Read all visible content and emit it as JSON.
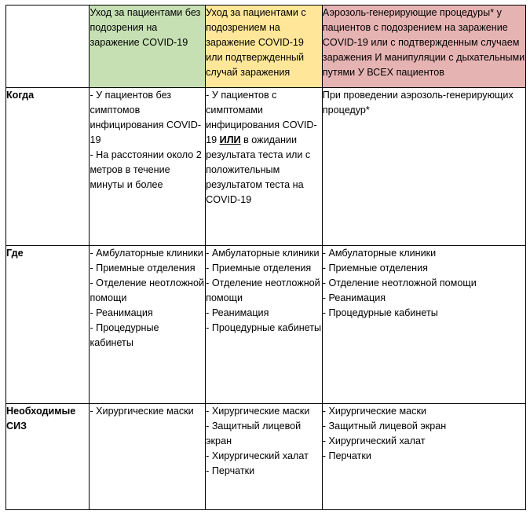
{
  "header": {
    "col1": "Уход за пациентами без подозрения на заражение COVID-19",
    "col2": "Уход за пациентами с подозрением на заражение COVID-19 или подтвержденный случай заражения",
    "col3": "Аэрозоль-генерирующие процедуры* у пациентов с подозрением на заражение COVID-19 или с подтвержденным случаем заражения И манипуляции с дыхательными путями У ВСЕХ пациентов"
  },
  "rows": {
    "when": {
      "label": "Когда",
      "col1": [
        "- У пациентов без симптомов инфицирования COVID-19",
        "- На расстоянии около 2 метров в течение минуты и более"
      ],
      "col2": {
        "part1": "- У пациентов с симптомами инфицирования COVID-19 ",
        "emphasis": "ИЛИ",
        "part2": " в ожидании результата теста или с положительным результатом теста на COVID-19"
      },
      "col3": [
        "При проведении аэрозоль-генерирующих процедур*"
      ]
    },
    "where": {
      "label": "Где",
      "col1": [
        "- Амбулаторные клиники",
        "- Приемные отделения",
        "- Отделение неотложной помощи",
        "- Реанимация",
        "- Процедурные кабинеты"
      ],
      "col2": [
        "- Амбулаторные клиники",
        "- Приемные отделения",
        "- Отделение неотложной помощи",
        "- Реанимация",
        "- Процедурные кабинеты"
      ],
      "col3": [
        "- Амбулаторные клиники",
        "- Приемные отделения",
        "- Отделение неотложной помощи",
        "- Реанимация",
        "- Процедурные кабинеты"
      ]
    },
    "ppe": {
      "label": "Необходимые СИЗ",
      "col1": [
        "- Хирургические маски"
      ],
      "col2": [
        "- Хирургические маски",
        "- Защитный лицевой экран",
        "- Хирургический халат",
        "- Перчатки"
      ],
      "col3": [
        "- Хирургические маски",
        "- Защитный лицевой экран",
        "- Хирургический халат",
        "- Перчатки"
      ]
    }
  },
  "colors": {
    "green": "#c6e0b4",
    "yellow": "#ffe699",
    "pink": "#e6b3b3"
  }
}
